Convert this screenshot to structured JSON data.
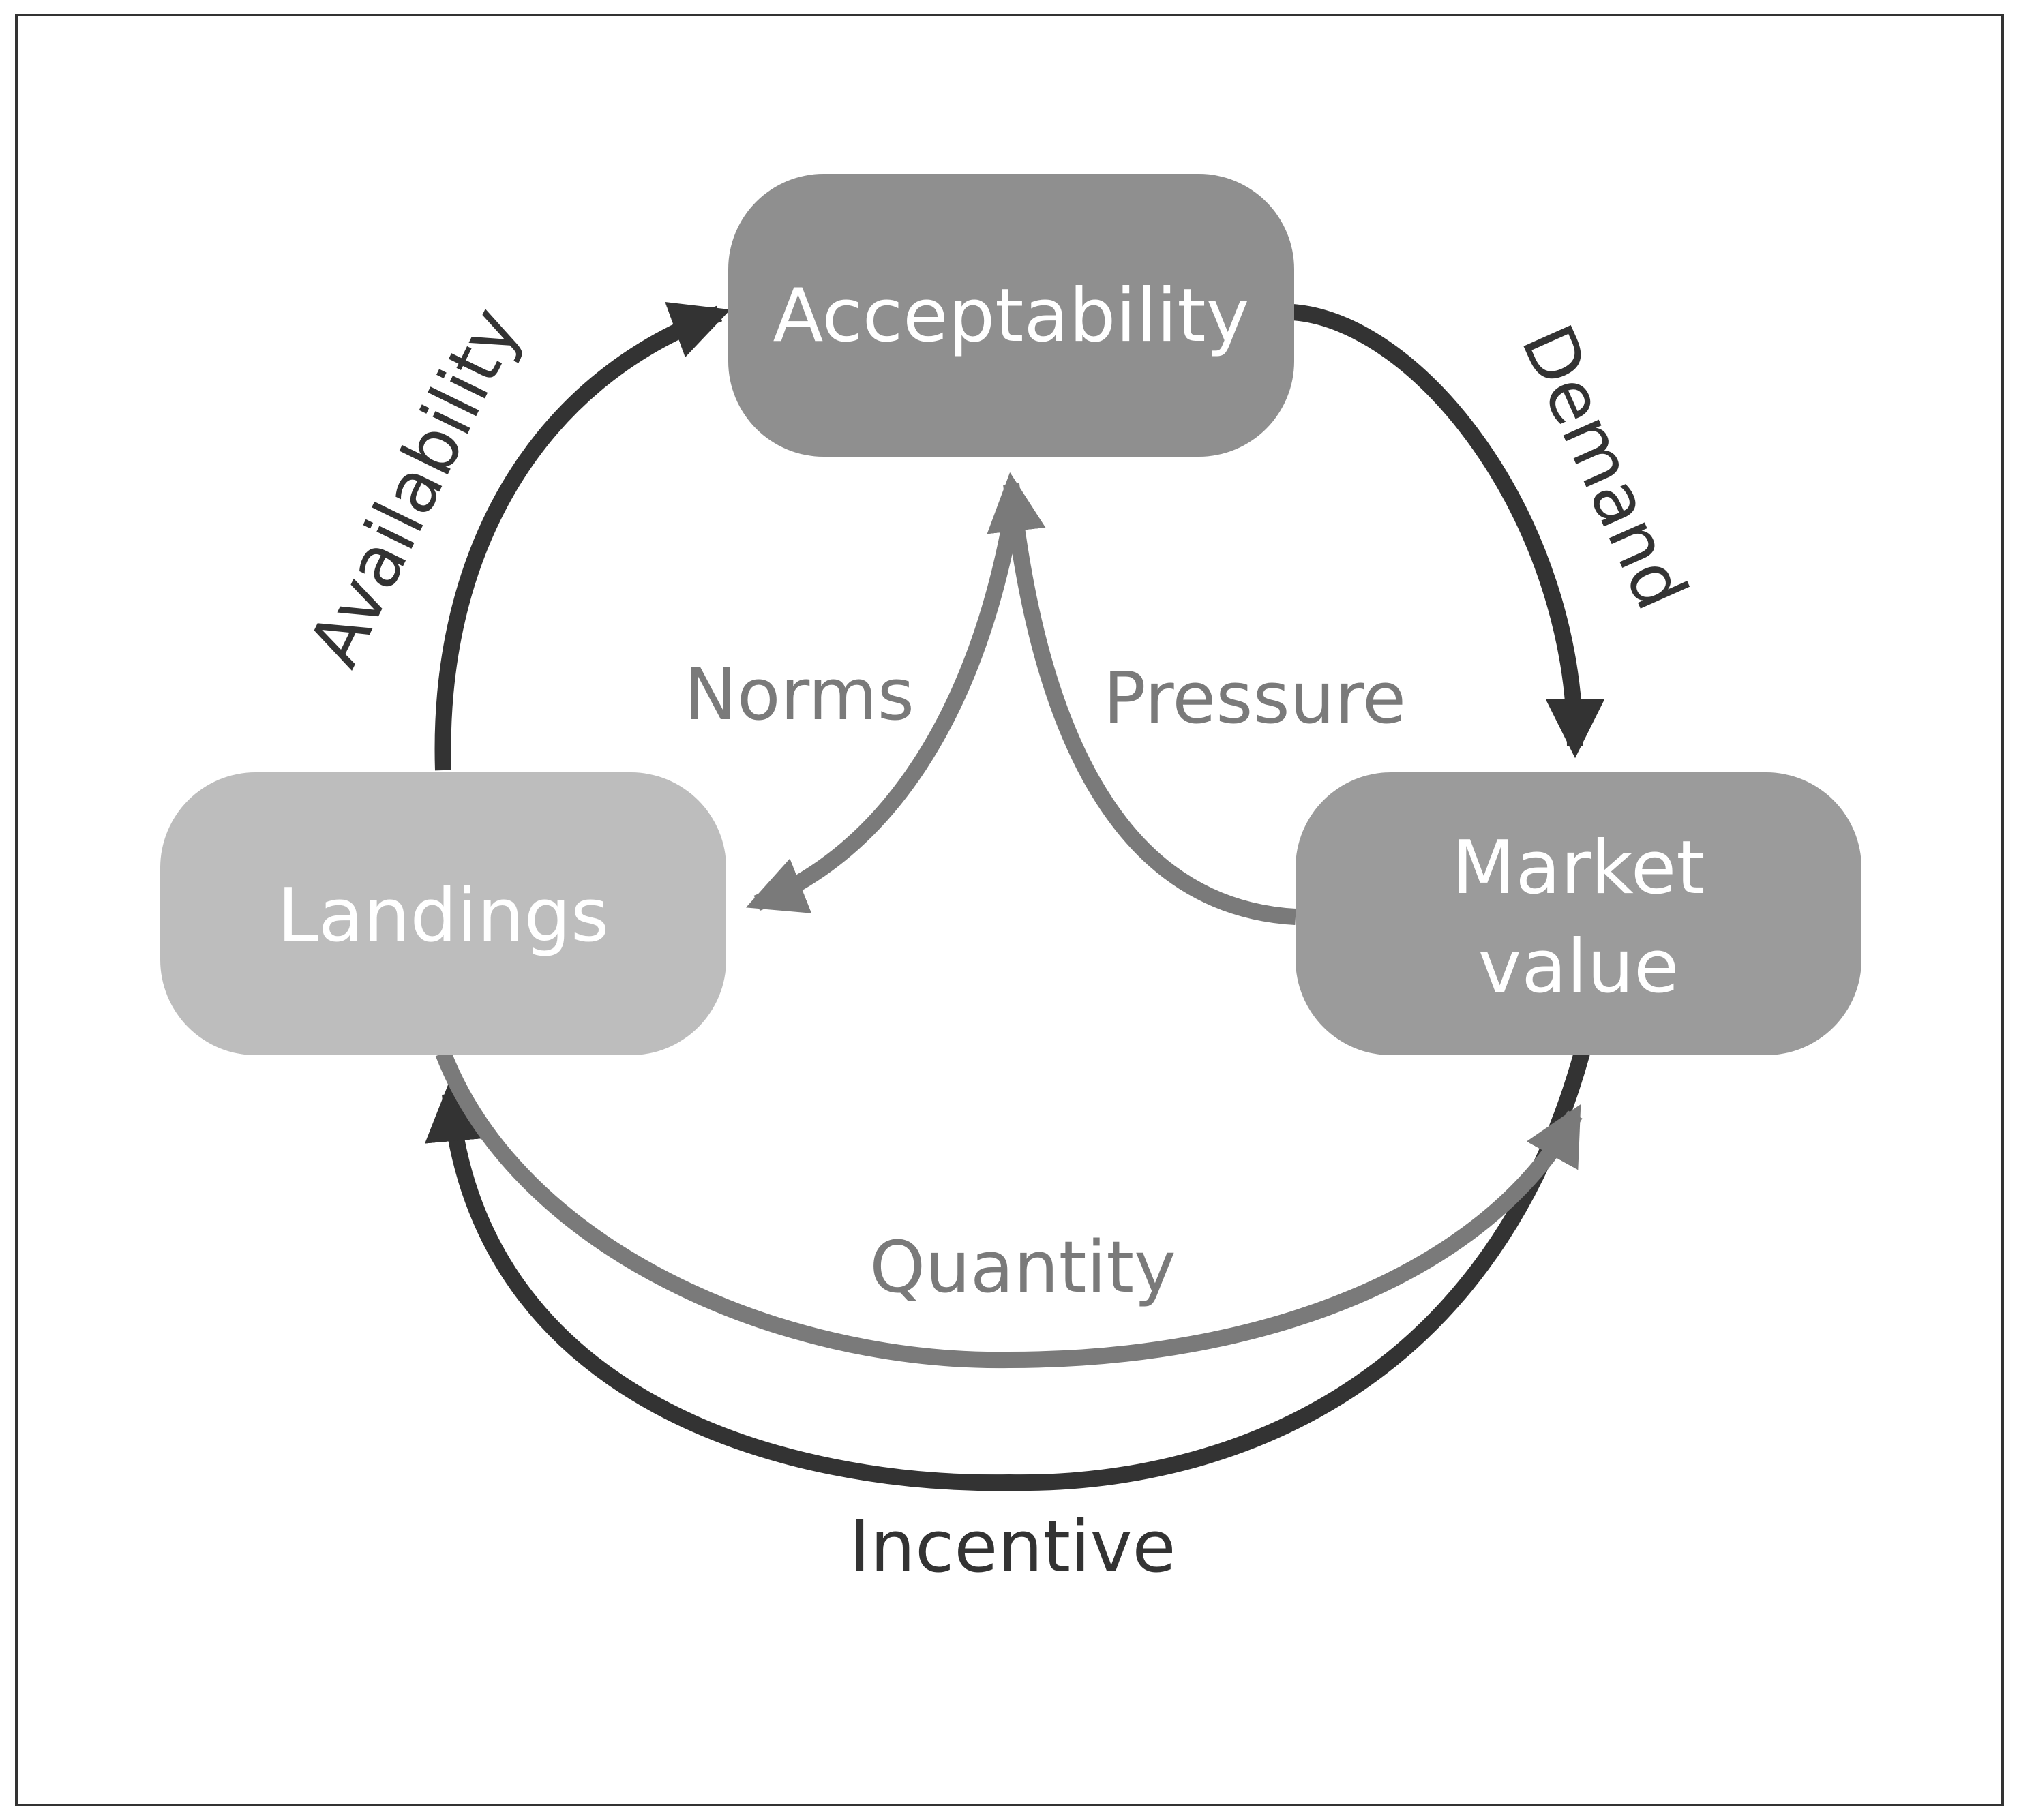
{
  "diagram": {
    "type": "causal-loop",
    "nodes": [
      {
        "id": "acceptability",
        "lines": [
          "Acceptability"
        ],
        "fill": "#8f8f8f"
      },
      {
        "id": "landings",
        "lines": [
          "Landings"
        ],
        "fill": "#bdbdbd"
      },
      {
        "id": "market_value",
        "lines": [
          "Market",
          "value"
        ],
        "fill": "#9b9b9b"
      }
    ],
    "edges": [
      {
        "id": "availability",
        "label": "Availability",
        "from": "landings",
        "to": "acceptability",
        "color": "#333333"
      },
      {
        "id": "demand",
        "label": "Demand",
        "from": "acceptability",
        "to": "market_value",
        "color": "#333333"
      },
      {
        "id": "norms",
        "label": "Norms",
        "from": "acceptability",
        "to": "landings",
        "color": "#7a7a7a"
      },
      {
        "id": "pressure",
        "label": "Pressure",
        "from": "market_value",
        "to": "acceptability",
        "color": "#7a7a7a"
      },
      {
        "id": "quantity",
        "label": "Quantity",
        "from": "landings",
        "to": "market_value",
        "color": "#7a7a7a"
      },
      {
        "id": "incentive",
        "label": "Incentive",
        "from": "market_value",
        "to": "landings",
        "color": "#333333"
      }
    ],
    "colors": {
      "dark_arrow": "#333333",
      "gray_arrow": "#7a7a7a",
      "frame": "#333333",
      "background": "#ffffff"
    }
  }
}
